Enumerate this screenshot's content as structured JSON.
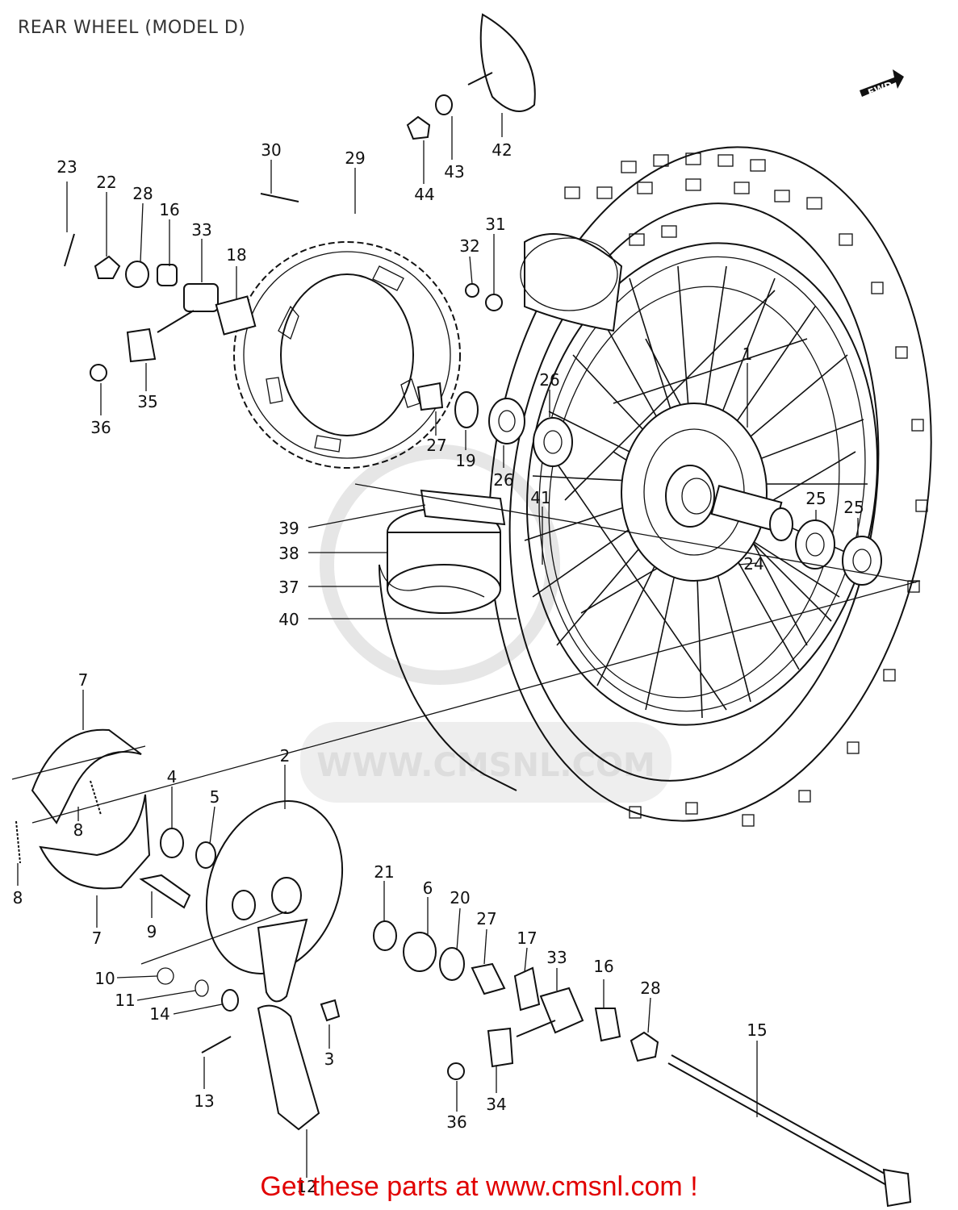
{
  "title": "REAR WHEEL (MODEL D)",
  "fwd_label": "FWD",
  "watermark": "WWW.CMSNL.COM",
  "footer": "Get these parts at www.cmsnl.com !",
  "callouts": [
    {
      "id": "1",
      "label": "1"
    },
    {
      "id": "2",
      "label": "2"
    },
    {
      "id": "3",
      "label": "3"
    },
    {
      "id": "4",
      "label": "4"
    },
    {
      "id": "5",
      "label": "5"
    },
    {
      "id": "6",
      "label": "6"
    },
    {
      "id": "7a",
      "label": "7"
    },
    {
      "id": "7b",
      "label": "7"
    },
    {
      "id": "8a",
      "label": "8"
    },
    {
      "id": "8b",
      "label": "8"
    },
    {
      "id": "9",
      "label": "9"
    },
    {
      "id": "10",
      "label": "10"
    },
    {
      "id": "11",
      "label": "11"
    },
    {
      "id": "12",
      "label": "12"
    },
    {
      "id": "13",
      "label": "13"
    },
    {
      "id": "14",
      "label": "14"
    },
    {
      "id": "15",
      "label": "15"
    },
    {
      "id": "16a",
      "label": "16"
    },
    {
      "id": "16b",
      "label": "16"
    },
    {
      "id": "17",
      "label": "17"
    },
    {
      "id": "18",
      "label": "18"
    },
    {
      "id": "19",
      "label": "19"
    },
    {
      "id": "20",
      "label": "20"
    },
    {
      "id": "21",
      "label": "21"
    },
    {
      "id": "22",
      "label": "22"
    },
    {
      "id": "23",
      "label": "23"
    },
    {
      "id": "24",
      "label": "24"
    },
    {
      "id": "25a",
      "label": "25"
    },
    {
      "id": "25b",
      "label": "25"
    },
    {
      "id": "26a",
      "label": "26"
    },
    {
      "id": "26b",
      "label": "26"
    },
    {
      "id": "27a",
      "label": "27"
    },
    {
      "id": "27b",
      "label": "27"
    },
    {
      "id": "28a",
      "label": "28"
    },
    {
      "id": "28b",
      "label": "28"
    },
    {
      "id": "29",
      "label": "29"
    },
    {
      "id": "30",
      "label": "30"
    },
    {
      "id": "31",
      "label": "31"
    },
    {
      "id": "32",
      "label": "32"
    },
    {
      "id": "33a",
      "label": "33"
    },
    {
      "id": "33b",
      "label": "33"
    },
    {
      "id": "34",
      "label": "34"
    },
    {
      "id": "35",
      "label": "35"
    },
    {
      "id": "36a",
      "label": "36"
    },
    {
      "id": "36b",
      "label": "36"
    },
    {
      "id": "37",
      "label": "37"
    },
    {
      "id": "38",
      "label": "38"
    },
    {
      "id": "39",
      "label": "39"
    },
    {
      "id": "40",
      "label": "40"
    },
    {
      "id": "41",
      "label": "41"
    },
    {
      "id": "42",
      "label": "42"
    },
    {
      "id": "43",
      "label": "43"
    },
    {
      "id": "44",
      "label": "44"
    }
  ]
}
